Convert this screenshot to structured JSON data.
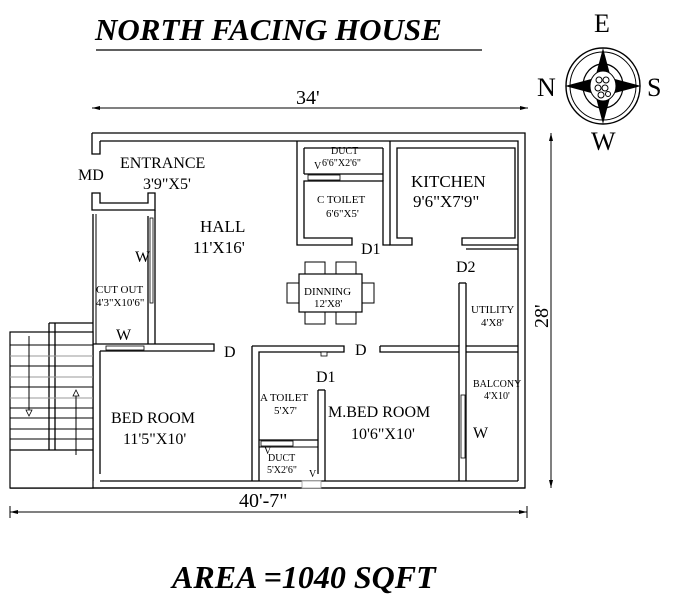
{
  "title": "NORTH FACING HOUSE",
  "area": "AREA =1040 SQFT",
  "dimensions": {
    "top_width": "34'",
    "bottom_width": "40'-7\"",
    "right_height": "28'"
  },
  "compass": {
    "top": "E",
    "left": "N",
    "right": "S",
    "bottom": "W"
  },
  "rooms": {
    "entrance": {
      "name": "ENTRANCE",
      "size": "3'9\"X5'"
    },
    "main_door": "MD",
    "hall": {
      "name": "HALL",
      "size": "11'X16'"
    },
    "duct_top": {
      "name": "DUCT",
      "size": "6'6\"X2'6\""
    },
    "c_toilet": {
      "name": "C TOILET",
      "size": "6'6\"X5'"
    },
    "kitchen": {
      "name": "KITCHEN",
      "size": "9'6\"X7'9\""
    },
    "dinning": {
      "name": "DINNING",
      "size": "12'X8'"
    },
    "cut_out": {
      "name": "CUT OUT",
      "size": "4'3\"X10'6\""
    },
    "utility": {
      "name": "UTILITY",
      "size": "4'X8'"
    },
    "balcony": {
      "name": "BALCONY",
      "size": "4'X10'"
    },
    "bed_room": {
      "name": "BED ROOM",
      "size": "11'5\"X10'"
    },
    "a_toilet": {
      "name": "A TOILET",
      "size": "5'X7'"
    },
    "duct_bottom": {
      "name": "DUCT",
      "size": "5'X2'6\""
    },
    "m_bed_room": {
      "name": "M.BED ROOM",
      "size": "10'6\"X10'"
    }
  },
  "markers": {
    "door": "D",
    "door1": "D1",
    "door2": "D2",
    "window": "W",
    "ventilator": "V"
  }
}
